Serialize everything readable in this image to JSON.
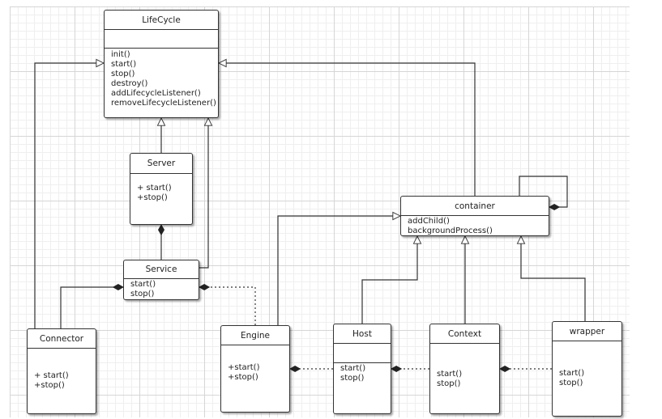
{
  "classes": {
    "lifecycle": {
      "name": "LifeCycle",
      "operations": [
        "init()",
        "start()",
        "stop()",
        "destroy()",
        "addLifecycleListener()",
        "removeLifecycleListener()"
      ]
    },
    "server": {
      "name": "Server",
      "operations": [
        "+ start()",
        "+stop()"
      ]
    },
    "service": {
      "name": "Service",
      "operations": [
        "start()",
        "stop()"
      ]
    },
    "container": {
      "name": "container",
      "operations": [
        "addChild()",
        "backgroundProcess()"
      ]
    },
    "connector": {
      "name": "Connector",
      "operations": [
        "+ start()",
        "+stop()"
      ]
    },
    "engine": {
      "name": "Engine",
      "operations": [
        "+start()",
        "+stop()"
      ]
    },
    "host": {
      "name": "Host",
      "operations": [
        "start()",
        "stop()"
      ]
    },
    "context": {
      "name": "Context",
      "operations": [
        "start()",
        "stop()"
      ]
    },
    "wrapper": {
      "name": "wrapper",
      "operations": [
        "start()",
        "stop()"
      ]
    }
  },
  "relationships": [
    {
      "type": "generalization",
      "from": "server",
      "to": "lifecycle"
    },
    {
      "type": "generalization",
      "from": "service",
      "to": "lifecycle"
    },
    {
      "type": "generalization",
      "from": "connector",
      "to": "lifecycle"
    },
    {
      "type": "generalization",
      "from": "container",
      "to": "lifecycle"
    },
    {
      "type": "generalization",
      "from": "engine",
      "to": "container"
    },
    {
      "type": "generalization",
      "from": "host",
      "to": "container"
    },
    {
      "type": "generalization",
      "from": "context",
      "to": "container"
    },
    {
      "type": "generalization",
      "from": "wrapper",
      "to": "container"
    },
    {
      "type": "composition",
      "whole": "server",
      "part": "service"
    },
    {
      "type": "composition",
      "whole": "service",
      "part": "connector"
    },
    {
      "type": "composition",
      "whole": "service",
      "part": "engine",
      "style": "dotted"
    },
    {
      "type": "composition",
      "whole": "container",
      "part": "container"
    },
    {
      "type": "composition",
      "whole": "engine",
      "part": "host",
      "style": "dotted"
    },
    {
      "type": "composition",
      "whole": "host",
      "part": "context",
      "style": "dotted"
    },
    {
      "type": "composition",
      "whole": "context",
      "part": "wrapper",
      "style": "dotted"
    }
  ],
  "colors": {
    "line": "#333333",
    "box_border": "#333333",
    "grid": "#d6d6d6"
  }
}
